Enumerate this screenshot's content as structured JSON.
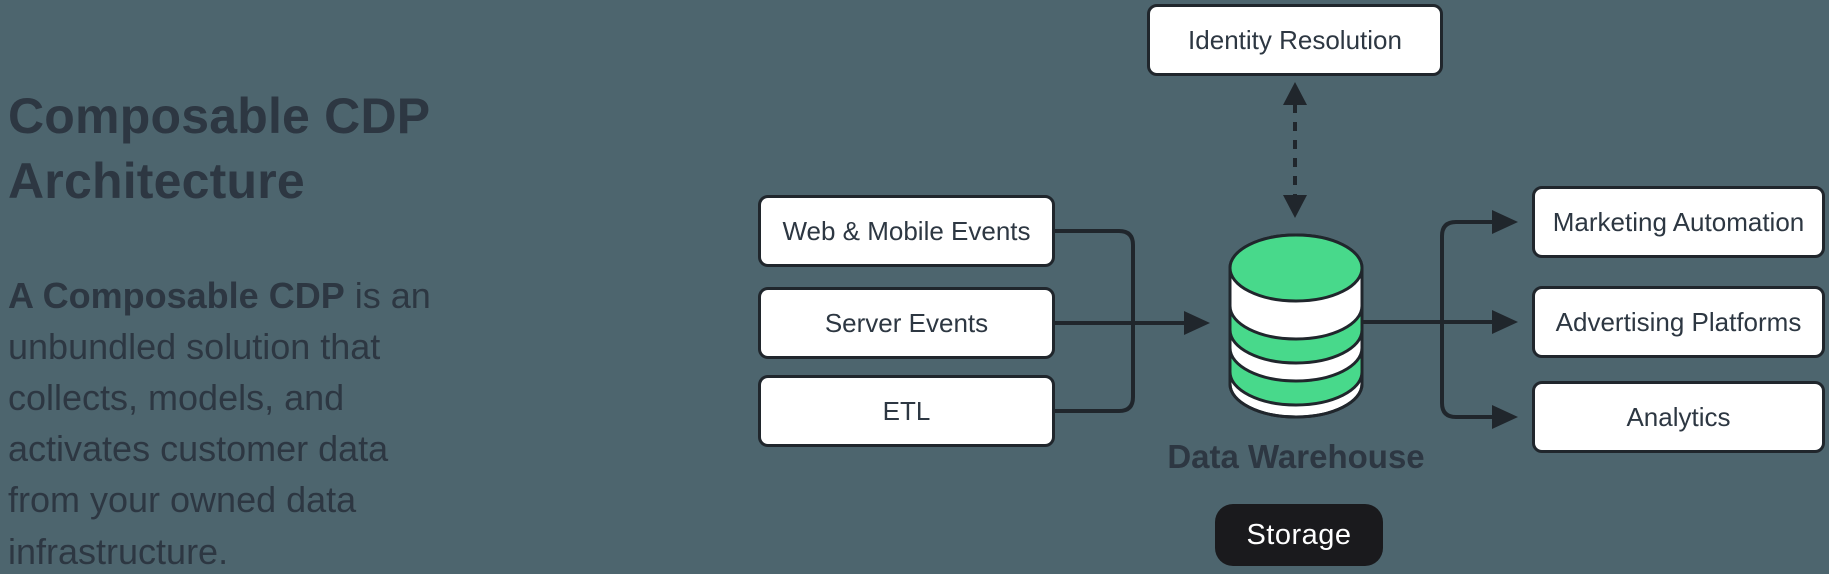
{
  "colors": {
    "bg": "#4D656E",
    "line": "#20262C",
    "box_fill": "#FFFFFF",
    "text": "#2D3742",
    "green": "#48D98B",
    "badge_bg": "#1A1A1D",
    "badge_text": "#FFFFFF"
  },
  "intro": {
    "title": "Composable CDP Architecture",
    "lead_bold": "A Composable CDP",
    "lead_rest": " is an unbundled solution that collects, models, and activates customer data from your owned data infrastructure."
  },
  "diagram": {
    "identity": {
      "label": "Identity Resolution"
    },
    "sources": [
      {
        "label": "Web & Mobile Events"
      },
      {
        "label": "Server Events"
      },
      {
        "label": "ETL"
      }
    ],
    "warehouse": {
      "label": "Data Warehouse",
      "badge": "Storage"
    },
    "destinations": [
      {
        "label": "Marketing Automation"
      },
      {
        "label": "Advertising Platforms"
      },
      {
        "label": "Analytics"
      }
    ]
  }
}
